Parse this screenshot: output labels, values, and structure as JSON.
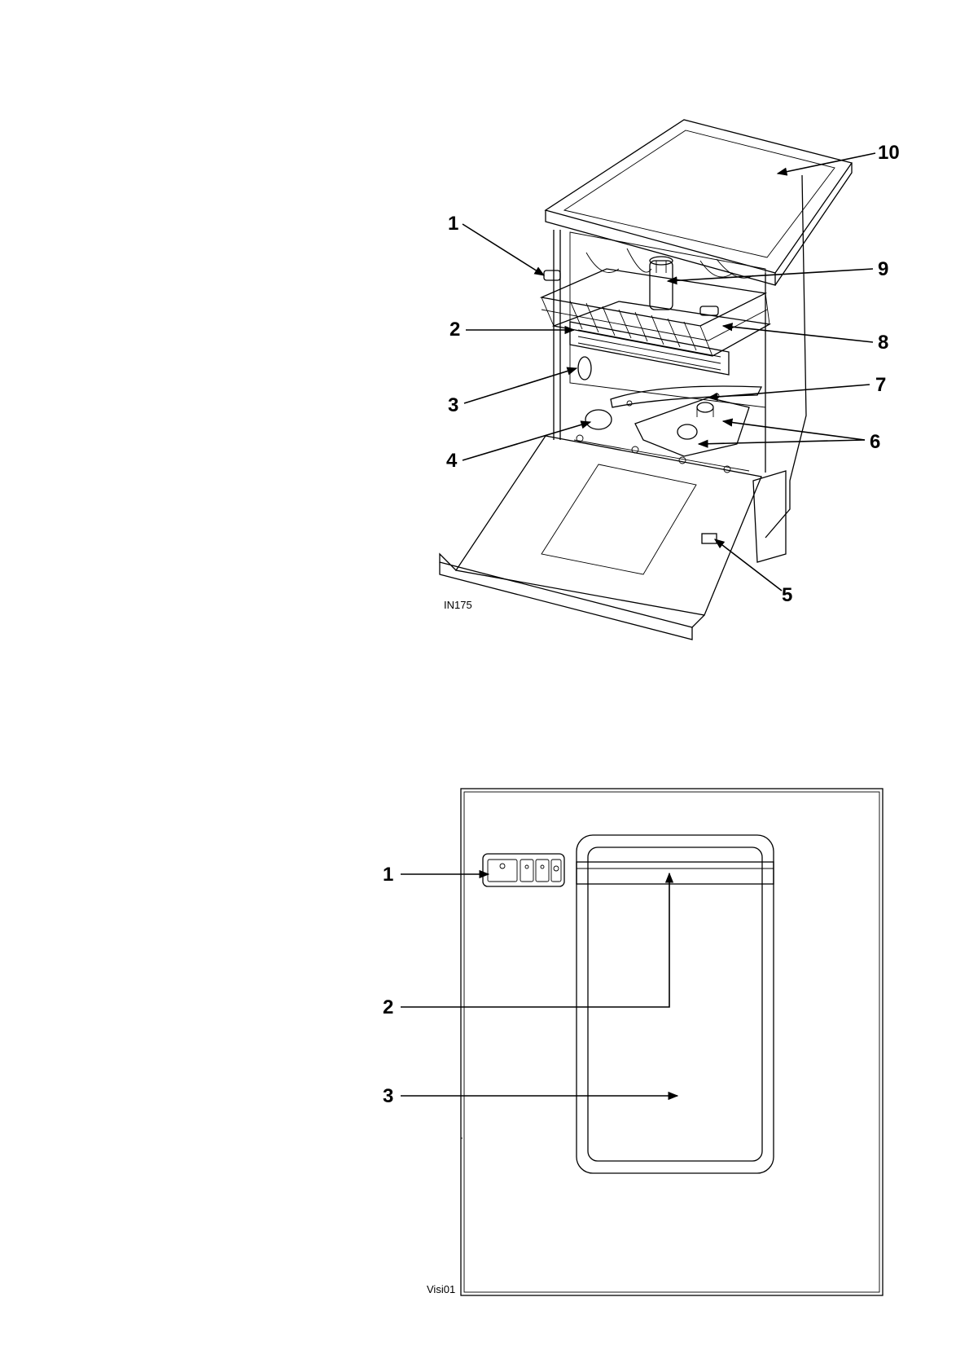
{
  "figure1": {
    "code": "IN175",
    "callouts": [
      "1",
      "2",
      "3",
      "4",
      "5",
      "6",
      "7",
      "8",
      "9",
      "10"
    ]
  },
  "figure2": {
    "code": "Visi01",
    "callouts": [
      "1",
      "2",
      "3"
    ]
  },
  "colors": {
    "line": "#000000",
    "background": "#ffffff"
  }
}
